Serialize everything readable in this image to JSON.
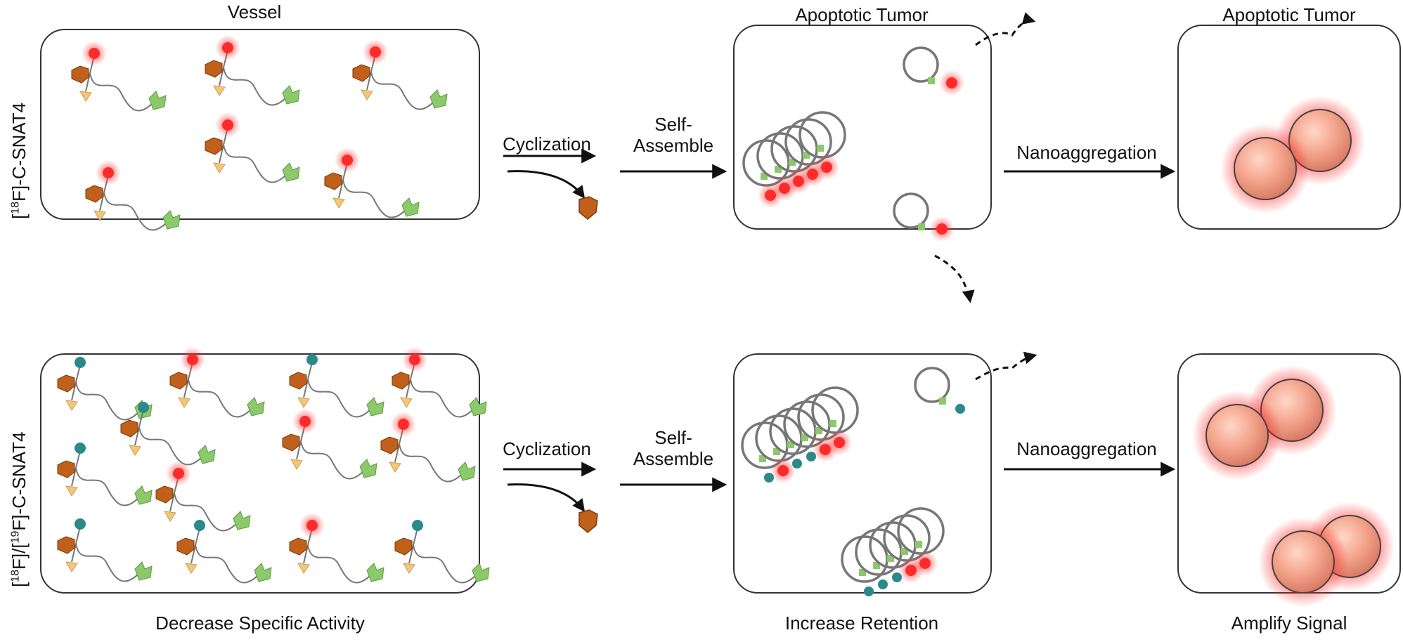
{
  "top_row": {
    "label_prefix": "[",
    "label_sup": "18",
    "label_suffix": "F]-C-SNAT4",
    "vessel_title": "Vessel",
    "step1": "Cyclization",
    "step2_line1": "Self-",
    "step2_line2": "Assemble",
    "tumor_title": "Apoptotic Tumor",
    "step3": "Nanoaggregation",
    "result_title": "Apoptotic Tumor"
  },
  "bottom_row": {
    "label_a_prefix": "[",
    "label_a_sup": "18",
    "label_a_mid": "F]/[",
    "label_b_sup": "19",
    "label_b_suffix": "F]-C-SNAT4",
    "vessel_caption": "Decrease Specific Activity",
    "step1": "Cyclization",
    "step2_line1": "Self-",
    "step2_line2": "Assemble",
    "tumor_caption": "Increase Retention",
    "step3": "Nanoaggregation",
    "result_caption": "Amplify Signal"
  },
  "probe_marks": {
    "hot": "18F",
    "cold": "19F"
  },
  "colors": {
    "hot_isotope": "#ff2a2a",
    "cold_isotope": "#2a8a8a",
    "cleaved_group": "#c0601a",
    "assembly_unit": "#8cc96a",
    "side_group": "#f3c77a",
    "nanoparticle": "#f3a08a"
  },
  "icons": [
    "dashed-escape-arrow-icon",
    "cleaved-group-icon"
  ]
}
